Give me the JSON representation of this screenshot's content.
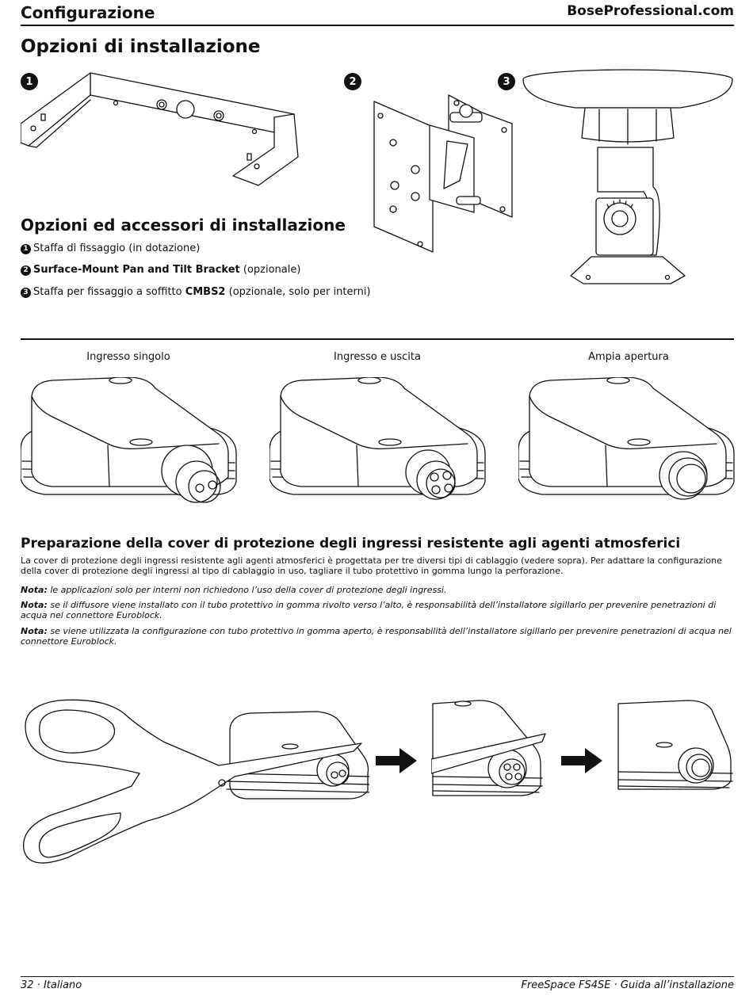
{
  "header": {
    "title": "Configurazione",
    "site": "BoseProfessional.com"
  },
  "installation": {
    "title": "Opzioni di installazione",
    "badges": [
      "1",
      "2",
      "3"
    ]
  },
  "accessories": {
    "title": "Opzioni ed accessori di installazione",
    "items": [
      {
        "num": "1",
        "bold_before": "",
        "text": "Staffa di fissaggio (in dotazione)",
        "bold_after": "",
        "text_after": ""
      },
      {
        "num": "2",
        "bold_before": "Surface-Mount Pan and Tilt Bracket",
        "text": " (opzionale)",
        "bold_after": "",
        "text_after": ""
      },
      {
        "num": "3",
        "bold_before": "",
        "text": "Staffa per fissaggio a soffitto ",
        "bold_after": "CMBS2",
        "text_after": " (opzionale, solo per interni)"
      }
    ]
  },
  "cover_types": {
    "captions": [
      "Ingresso singolo",
      "Ingresso e uscita",
      "Ampia apertura"
    ]
  },
  "preparation": {
    "title": "Preparazione della cover di protezione degli ingressi resistente agli agenti atmosferici",
    "paragraph": "La cover di protezione degli ingressi resistente agli agenti atmosferici è progettata per tre diversi tipi di cablaggio (vedere sopra). Per adattare la configurazione della cover di protezione degli ingressi al tipo di cablaggio in uso, tagliare il tubo protettivo in gomma lungo la perforazione.",
    "notes": [
      {
        "label": "Nota:",
        "text": " le applicazioni solo per interni non richiedono l’uso della cover di protezione degli ingressi."
      },
      {
        "label": "Nota:",
        "text": " se il diffusore viene installato con il tubo protettivo in gomma rivolto verso l’alto, è responsabilità dell’installatore sigillarlo per prevenire penetrazioni di acqua nel connettore Euroblock."
      },
      {
        "label": "Nota:",
        "text": " se viene utilizzata la configurazione con tubo protettivo in gomma aperto, è responsabilità dell’installatore sigillarlo per prevenire penetrazioni di acqua nel connettore Euroblock."
      }
    ]
  },
  "footer": {
    "page": "32 · Italiano",
    "doc": "FreeSpace FS4SE · Guida all’installazione"
  }
}
